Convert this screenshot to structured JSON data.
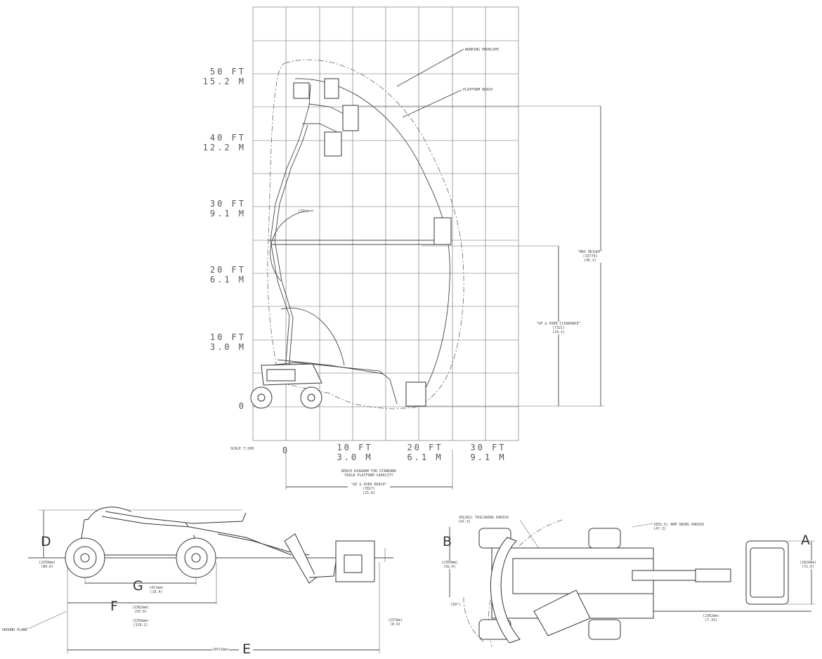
{
  "reach_chart": {
    "y_labels": [
      {
        "ft": "50 FT",
        "m": "15.2 M"
      },
      {
        "ft": "40 FT",
        "m": "12.2 M"
      },
      {
        "ft": "30 FT",
        "m": "9.1 M"
      },
      {
        "ft": "20 FT",
        "m": "6.1 M"
      },
      {
        "ft": "10 FT",
        "m": "3.0 M"
      }
    ],
    "y_zero": "0",
    "x_zero": "0",
    "x_labels": [
      {
        "ft": "10 FT",
        "m": "3.0 M"
      },
      {
        "ft": "20 FT",
        "m": "6.1 M"
      },
      {
        "ft": "30 FT",
        "m": "9.1 M"
      }
    ],
    "scale": "SCALE 7:200",
    "note_line1": "REACH DIAGRAM FOR STANDARD",
    "note_line2": "550LB PLATFORM CAPACITY",
    "working_envelope": "WORKING ENVELOPE",
    "platform_reach": "PLATFORM REACH",
    "angle": "(72°)",
    "max_height": {
      "l1": "\"MAX HEIGHT\"",
      "l2": "(13774)",
      "l3": "(45.2)"
    },
    "up_over_clearance": {
      "l1": "\"UP & OVER CLEARANCE\"",
      "l2": "(7321)",
      "l3": "(24.1)"
    },
    "up_over_reach": {
      "l1": "\"UP & OVER REACH\"",
      "l2": "(7817)",
      "l3": "(25.6)"
    }
  },
  "side_view": {
    "letter_d": "D",
    "letter_g": "G",
    "letter_f": "F",
    "letter_e": "E",
    "dim_d": {
      "l1": "(2259mm)",
      "l2": "(89.0)"
    },
    "dim_g": {
      "l1": "(417mm)",
      "l2": "(16.4)"
    },
    "dim_f": {
      "l1": "(2362mm)",
      "l2": "(93.0)"
    },
    "dim_e_inner": {
      "l1": "(3356mm)",
      "l2": "(129.2)"
    },
    "dim_e_total": "(6572mm)",
    "dim_right": {
      "l1": "(227mm)",
      "l2": "(8.9)"
    },
    "ground_plane": "GROUND PLANE"
  },
  "top_view": {
    "letter_a": "A",
    "letter_b": "B",
    "tailswing": {
      "l1": "(B1202) TAILSWING RADIUS",
      "l2": "(47.3)"
    },
    "arm_swing": {
      "l1": "(B32.5) ARM SWING RADIUS",
      "l2": "(47.3)"
    },
    "dim_b": {
      "l1": "(2350mm)",
      "l2": "(92.6)"
    },
    "dim_a": {
      "l1": "(1824mm)",
      "l2": "(72.0)"
    },
    "dim_bottom": {
      "l1": "(2362mm)",
      "l2": "(7.33)"
    },
    "angle": "(50°)"
  }
}
